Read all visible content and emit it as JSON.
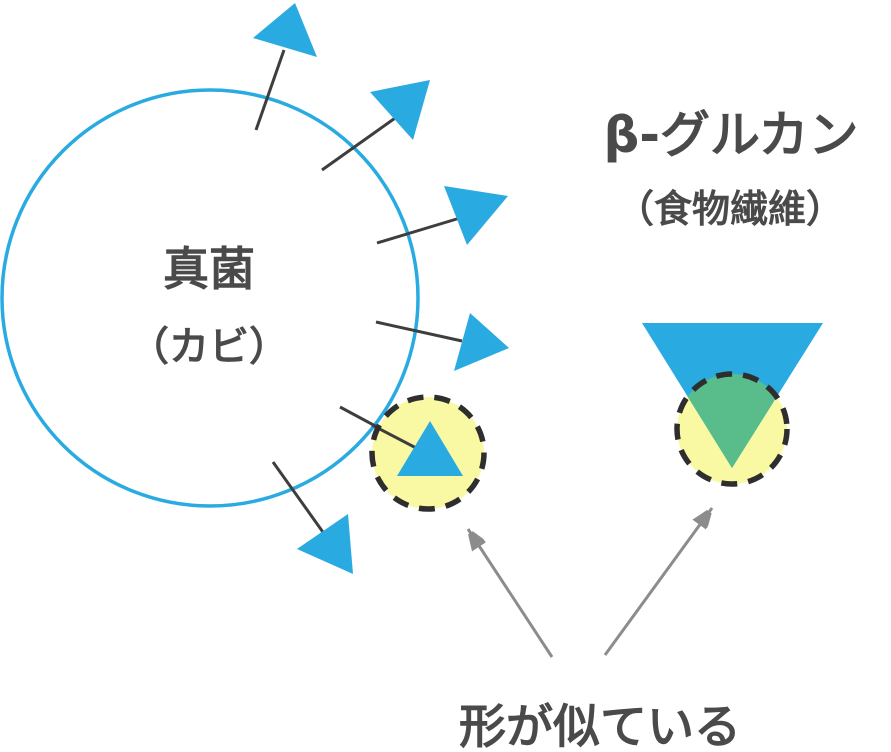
{
  "diagram": {
    "fungus": {
      "label": "真菌",
      "sublabel": "（カビ）"
    },
    "beta_glucan": {
      "title": "β-グルカン",
      "subtitle": "（食物繊維）"
    },
    "caption": "形が似ている",
    "spike_count": 6
  },
  "colors": {
    "blue": "#29ABE2",
    "yellow": "#FAF9A3",
    "green": "#59BD8B",
    "text": "#4A4A4A",
    "line": "#3E3E3E",
    "dash": "#2E2E2E",
    "arrow": "#8C8C8C",
    "background": "#FFFFFF"
  }
}
